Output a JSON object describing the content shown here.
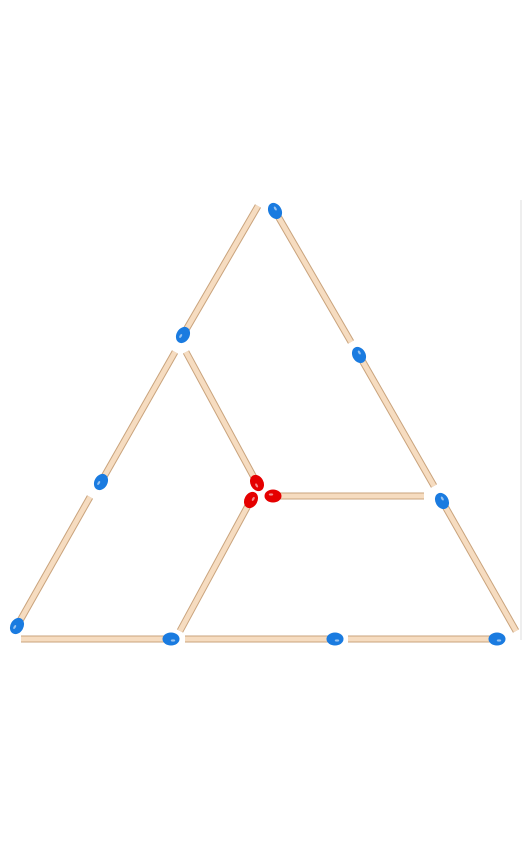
{
  "colors": {
    "background": "#ffffff",
    "stick": "#f6dcc0",
    "stick_edge": "#c9a37c",
    "head_blue": "#1a7be0",
    "head_red": "#e50000"
  },
  "matches": [
    {
      "id": "match-top-left",
      "head": "blue",
      "role": "outer-left-side"
    },
    {
      "id": "match-top-right",
      "head": "blue",
      "role": "outer-right-side"
    },
    {
      "id": "match-upper-right",
      "head": "blue",
      "role": "outer-right-side"
    },
    {
      "id": "match-mid-left",
      "head": "blue",
      "role": "outer-left-side"
    },
    {
      "id": "match-lower-left",
      "head": "blue",
      "role": "outer-left-side"
    },
    {
      "id": "match-lower-right",
      "head": "blue",
      "role": "outer-right-side"
    },
    {
      "id": "match-bottom-left",
      "head": "blue",
      "role": "bottom-side"
    },
    {
      "id": "match-bottom-middle",
      "head": "blue",
      "role": "bottom-side"
    },
    {
      "id": "match-bottom-right",
      "head": "blue",
      "role": "bottom-side"
    },
    {
      "id": "match-inner-upper",
      "head": "red",
      "role": "inner"
    },
    {
      "id": "match-inner-lower",
      "head": "red",
      "role": "inner"
    },
    {
      "id": "match-inner-horizontal",
      "head": "red",
      "role": "inner"
    }
  ]
}
